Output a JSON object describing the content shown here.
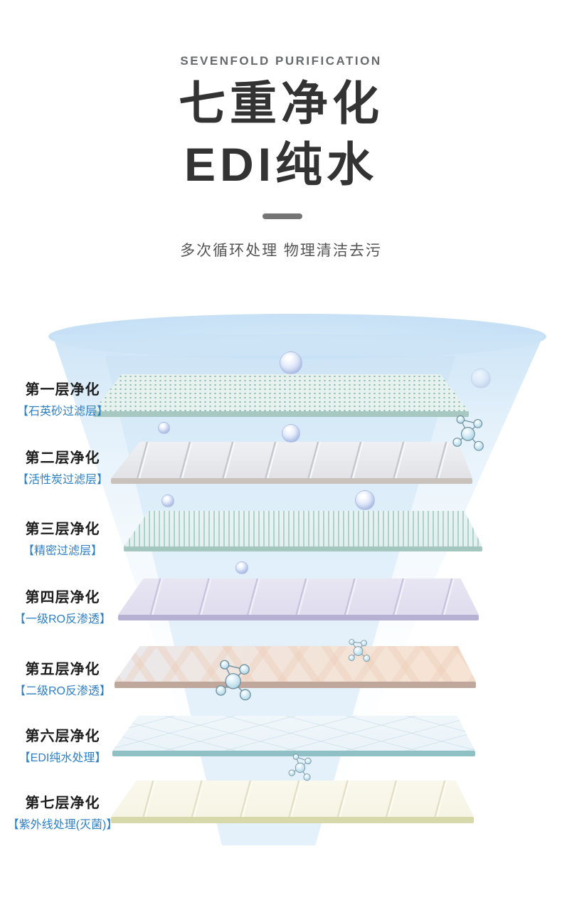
{
  "header": {
    "eyebrow": "SEVENFOLD PURIFICATION",
    "title_line1": "七重净化",
    "title_line2": "EDI纯水",
    "subtitle": "多次循环处理 物理清洁去污"
  },
  "funnel": {
    "layers": [
      {
        "name": "第一层净化",
        "detail": "【石英砂过滤层】",
        "edge_color": "#a6c8c1"
      },
      {
        "name": "第二层净化",
        "detail": "【活性炭过滤层】",
        "edge_color": "#c9c1bc"
      },
      {
        "name": "第三层净化",
        "detail": "【精密过滤层】",
        "edge_color": "#a3c6be"
      },
      {
        "name": "第四层净化",
        "detail": "【一级RO反渗透】",
        "edge_color": "#b6b0d2"
      },
      {
        "name": "第五层净化",
        "detail": "【二级RO反渗透】",
        "edge_color": "#c0a79b"
      },
      {
        "name": "第六层净化",
        "detail": "【EDI纯水处理】",
        "edge_color": "#8fc0c5"
      },
      {
        "name": "第七层净化",
        "detail": "【紫外线处理(灭菌)】",
        "edge_color": "#d8d9ab"
      }
    ]
  },
  "colors": {
    "accent_blue": "#2e7ec2",
    "funnel_blue": "#c9e2f6",
    "title_dark": "#333333",
    "subtitle_gray": "#555555"
  },
  "decorations": {
    "bubble_icon": "water-bubble",
    "molecule_icon": "water-molecule"
  }
}
